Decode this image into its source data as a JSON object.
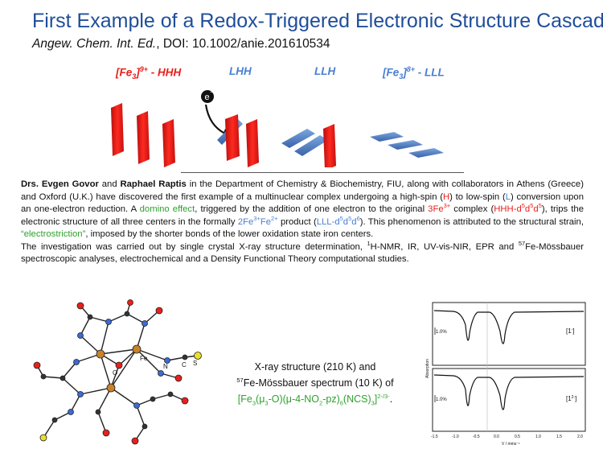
{
  "header": {
    "title": "First Example of a Redox-Triggered Electronic Structure Cascade.",
    "journal": "Angew. Chem. Int. Ed.",
    "doi": ", DOI: 10.1002/anie.201610534"
  },
  "states": [
    {
      "fe": "[Fe",
      "fe_sub": "3",
      "close": "]",
      "charge": "9+",
      "suffix": " - HHH"
    },
    {
      "label": "LHH"
    },
    {
      "label": "LLH"
    },
    {
      "fe": "[Fe",
      "fe_sub": "3",
      "close": "]",
      "charge": "8+",
      "suffix": " - LLL"
    }
  ],
  "electron_symbol": "e",
  "electron_charge": "−",
  "paragraph1": {
    "authors_1": "Drs. Evgen Govor",
    "and": " and ",
    "authors_2": "Raphael Raptis",
    "t1": " in the Department of Chemistry & Biochemistry, FIU, along with collaborators in Athens (Greece) and Oxford (U.K.) have discovered the first example of a multinuclear complex undergoing a high-spin (",
    "h": "H",
    "t2": ") to low-spin (",
    "l": "L",
    "t3": ") conversion upon an one-electron reduction. A ",
    "domino": "domino effect",
    "t4": ", triggered by the addition of one electron to the original ",
    "ox1": "3Fe",
    "ox1_sup": "3+",
    "t5": " complex (",
    "hhh": "HHH-d",
    "hhh_s1": "5",
    "hhh_d2": "d",
    "hhh_s2": "5",
    "hhh_d3": "d",
    "hhh_s3": "5",
    "t6": "), trips the electronic structure of all three centers in the formally ",
    "ox2a": "2Fe",
    "ox2a_sup": "3+",
    "ox2b": "Fe",
    "ox2b_sup": "2+",
    "t7": " product (",
    "lll": "LLL-d",
    "lll_s1": "5",
    "lll_d2": "d",
    "lll_s2": "5",
    "lll_d3": "d",
    "lll_s3": "6",
    "t8": "). This phenomenon is attributed to the structural strain, ",
    "electro": "“electrostriction”",
    "t9": ", imposed by the shorter bonds of the lower oxidation state iron centers."
  },
  "paragraph2": {
    "t1": "The investigation was carried out by single crystal X-ray structure determination, ",
    "nmr_sup": "1",
    "t2": "H-NMR, IR, UV-vis-NIR, EPR and ",
    "fe_sup": "57",
    "t3": "Fe-Mössbauer spectroscopic analyses, electrochemical and a Density Functional Theory computational studies."
  },
  "caption": {
    "line1": "X-ray structure (210 K) and",
    "line2_sup": "57",
    "line2": "Fe-Mössbauer spectrum (10 K) of",
    "f1": "[Fe",
    "f1_sub": "3",
    "f2": "(μ",
    "f2_sub": "3",
    "f3": "-O)(μ-4-NO",
    "f3_sub": "2",
    "f4": "-pz)",
    "f4_sub": "6",
    "f5": "(NCS)",
    "f5_sub": "3",
    "f6": "]",
    "f6_sup": "2-/3-",
    "period": "."
  },
  "molecule_labels": {
    "o": "O",
    "fe": "Fe",
    "n": "N",
    "c": "C",
    "s": "S"
  },
  "spectra": {
    "scale_top": "1.0%",
    "scale_bottom": "1.0%",
    "label_top": "[1",
    "label_top_sup": "-",
    "label_top_close": "]",
    "label_bottom": "[1",
    "label_bottom_sup": "2-",
    "label_bottom_close": "]",
    "ylabel": "Absorption",
    "xlabel": "V / mms⁻¹",
    "ticks": [
      "-1.5",
      "-1.0",
      "-0.5",
      "0.0",
      "0.5",
      "1.0",
      "1.5",
      "2.0"
    ]
  },
  "colors": {
    "title": "#1f4e99",
    "red": "#e8201c",
    "blue": "#4a7fd0",
    "green": "#2ea02e"
  }
}
